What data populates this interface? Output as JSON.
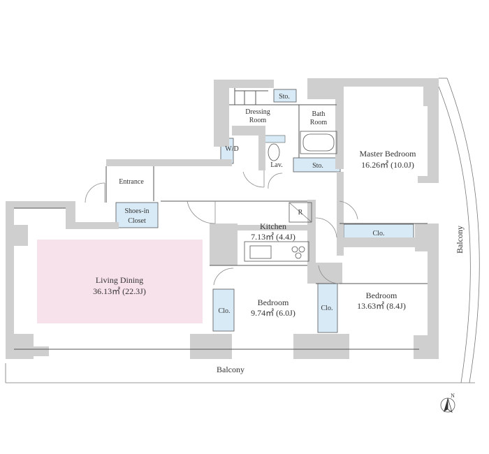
{
  "rooms": {
    "living_dining": {
      "name": "Living Dining",
      "area": "36.13㎡ (22.3J)"
    },
    "kitchen": {
      "name": "Kitchen",
      "area": "7.13㎡ (4.4J)"
    },
    "bedroom_1": {
      "name": "Bedroom",
      "area": "9.74㎡ (6.0J)"
    },
    "bedroom_2": {
      "name": "Bedroom",
      "area": "13.63㎡ (8.4J)"
    },
    "master_bedroom": {
      "name": "Master Bedroom",
      "area": "16.26㎡ (10.0J)"
    },
    "dressing_room": {
      "line1": "Dressing",
      "line2": "Room"
    },
    "bath_room": {
      "line1": "Bath",
      "line2": "Room"
    },
    "entrance": "Entrance",
    "shoes_closet": {
      "line1": "Shoes-in",
      "line2": "Closet"
    },
    "wd": "W/D",
    "lav": "Lav.",
    "sto_top": "Sto.",
    "sto_mid": "Sto.",
    "clo_master": "Clo.",
    "clo_bed1": "Clo.",
    "clo_bed2": "Clo.",
    "fridge": "R"
  },
  "balcony_bottom": "Balcony",
  "balcony_right": "Balcony",
  "compass": "N",
  "colors": {
    "living_highlight": "#f7e1ea",
    "storage_blue": "#d8eaf6",
    "wall_gray": "#cfcfcf",
    "line": "#555555"
  }
}
